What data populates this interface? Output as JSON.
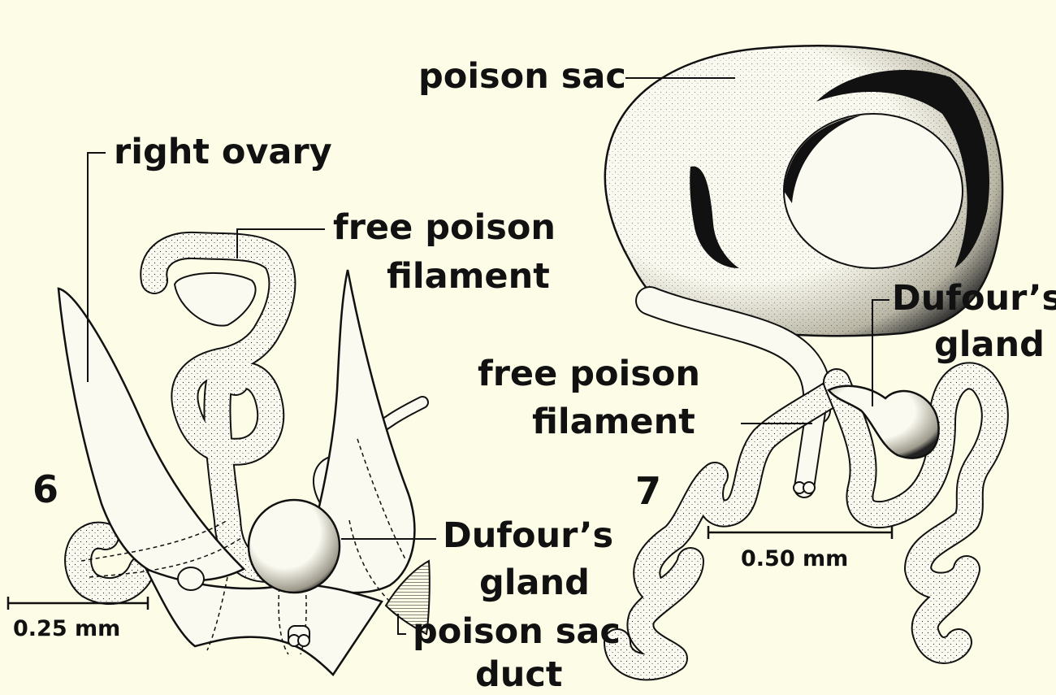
{
  "figure6": {
    "number": "6",
    "labels": {
      "right_ovary": "right ovary",
      "free_poison_filament_1": "free poison",
      "free_poison_filament_2": "filament",
      "dufours_gland_1": "Dufour’s",
      "dufours_gland_2": "gland",
      "poison_sac_duct_1": "poison sac",
      "poison_sac_duct_2": "duct"
    },
    "scale_bar": "0.25 mm"
  },
  "figure7": {
    "number": "7",
    "labels": {
      "poison_sac": "poison sac",
      "dufours_gland_1": "Dufour’s",
      "dufours_gland_2": "gland",
      "free_poison_filament_1": "free poison",
      "free_poison_filament_2": "filament"
    },
    "scale_bar": "0.50 mm"
  },
  "colors": {
    "background": "#fdfce6",
    "ink": "#111111",
    "organ_fill": "#fbfaf0"
  }
}
